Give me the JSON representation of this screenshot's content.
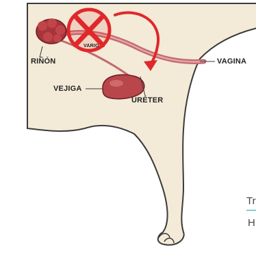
{
  "labels": {
    "kidney": "RIÑÓN",
    "ovary": "VARIO",
    "vagina": "VAGINA",
    "bladder": "VEJIGA",
    "ureter": "URÉTER"
  },
  "edge_text": {
    "line1": "Tr",
    "line2": "H"
  },
  "colors": {
    "cross_mark": "#e0282a",
    "arrow": "#e0282a",
    "outline": "#3a3a3a",
    "organ": "#b8464a",
    "body_fill": "#f3ead8",
    "accent_underline": "#5bbcc4"
  },
  "icons": {
    "prohibited": "cross-circle-icon",
    "pointer": "curved-arrow-icon"
  }
}
